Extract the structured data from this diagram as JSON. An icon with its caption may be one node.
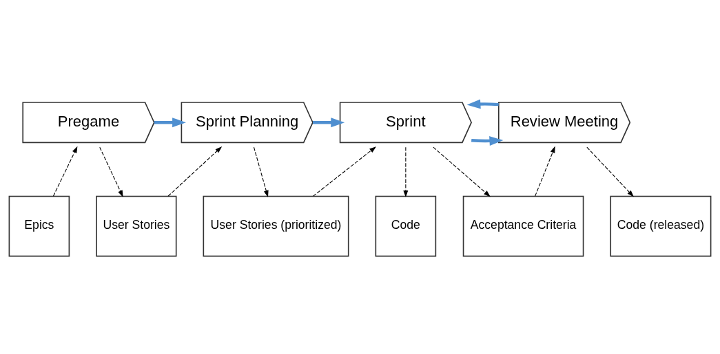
{
  "diagram": {
    "nodes": [
      {
        "text": [
          "Pregame"
        ]
      },
      {
        "text": [
          "Sprint Planning"
        ]
      },
      {
        "text": [
          "Sprint"
        ]
      },
      {
        "text": [
          "Review Meeting"
        ]
      },
      {
        "text": [
          "Epics"
        ]
      },
      {
        "text": [
          "User Stories"
        ]
      },
      {
        "text": [
          "User Stories (prioritized)"
        ]
      },
      {
        "text": [
          "Code"
        ]
      },
      {
        "text": [
          "Acceptance Criteria"
        ]
      },
      {
        "text": [
          "Code (released)"
        ]
      }
    ],
    "edges": [
      {
        "from": 0,
        "to": 1,
        "arrow": "to",
        "style": "thick",
        "color": "#4f8fd0"
      },
      {
        "from": 1,
        "to": 2,
        "arrow": "to",
        "style": "thick",
        "color": "#4f8fd0"
      },
      {
        "from": 2,
        "to": 3,
        "arrow": "to",
        "style": "thick",
        "color": "#4f8fd0"
      },
      {
        "from": 3,
        "to": 2,
        "arrow": "to",
        "style": "thick",
        "color": "#4f8fd0"
      },
      {
        "from": 4,
        "to": 0,
        "arrow": "to",
        "style": "dashed"
      },
      {
        "from": 0,
        "to": 5,
        "arrow": "to",
        "style": "dashed"
      },
      {
        "from": 5,
        "to": 1,
        "arrow": "to",
        "style": "dashed"
      },
      {
        "from": 1,
        "to": 6,
        "arrow": "to",
        "style": "dashed"
      },
      {
        "from": 6,
        "to": 2,
        "arrow": "to",
        "style": "dashed"
      },
      {
        "from": 2,
        "to": 7,
        "arrow": "to",
        "style": "dashed"
      },
      {
        "from": 2,
        "to": 8,
        "arrow": "to",
        "style": "dashed"
      },
      {
        "from": 8,
        "to": 3,
        "arrow": "to",
        "style": "dashed"
      },
      {
        "from": 3,
        "to": 9,
        "arrow": "to",
        "style": "dashed"
      }
    ]
  }
}
